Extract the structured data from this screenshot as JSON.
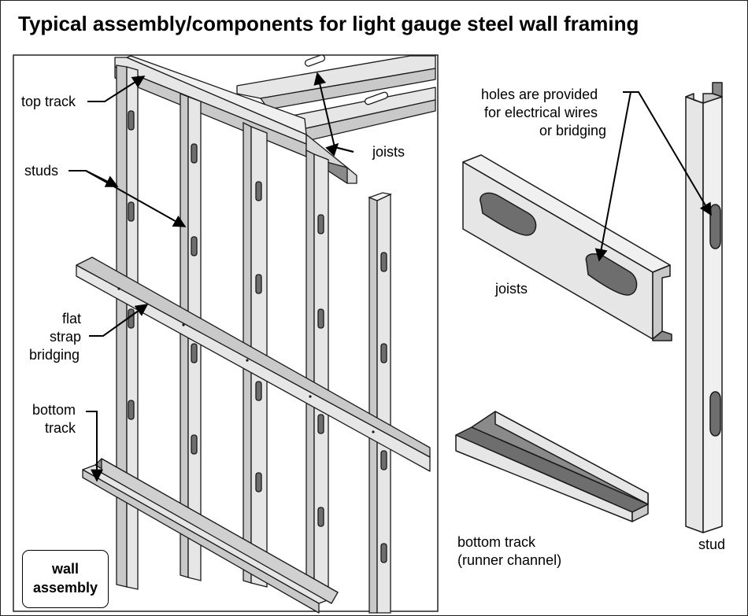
{
  "title": "Typical assembly/components for light gauge steel wall framing",
  "labels": {
    "top_track": "top track",
    "joists_assembly": "joists",
    "studs": "studs",
    "flat_strap_line1": "flat",
    "flat_strap_line2": "strap",
    "flat_strap_line3": "bridging",
    "bottom_track_line1": "bottom",
    "bottom_track_line2": "track",
    "holes_line1": "holes are provided",
    "holes_line2": "for electrical wires",
    "holes_line3": "or bridging",
    "joists_detail": "joists",
    "bottom_track_detail_line1": "bottom track",
    "bottom_track_detail_line2": "(runner channel)",
    "stud_detail": "stud",
    "panel_line1": "wall",
    "panel_line2": "assembly"
  },
  "colors": {
    "steel_light": "#e6e6e6",
    "steel_mid": "#c9c9c9",
    "steel_dark": "#8a8a8a",
    "hole_dark": "#6e6e6e",
    "outline": "#1a1a1a"
  }
}
